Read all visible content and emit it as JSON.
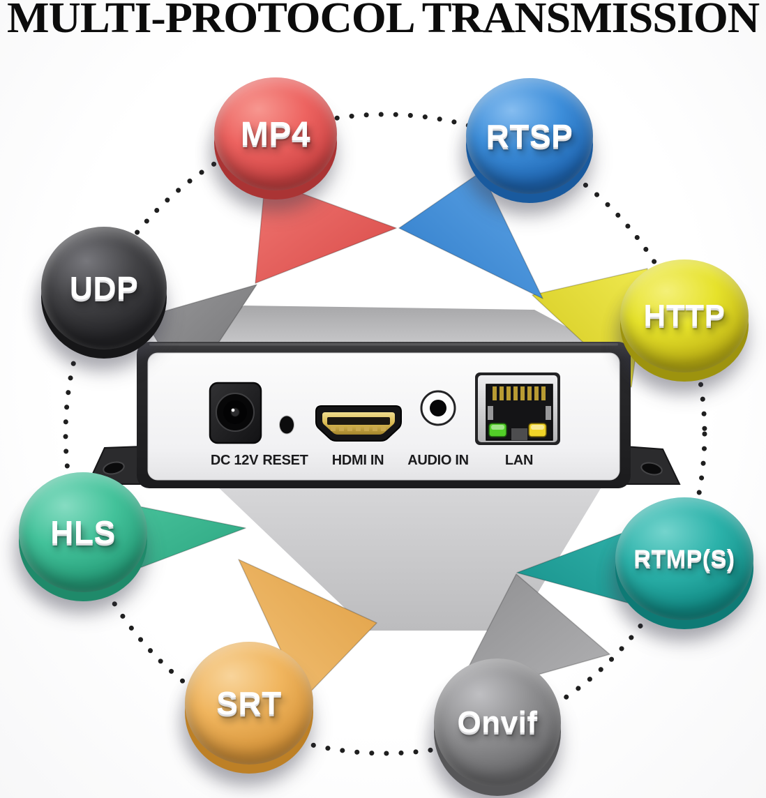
{
  "title": "MULTI-PROTOCOL TRANSMISSION",
  "badges": [
    {
      "id": "mp4",
      "label": "MP4",
      "color": "#ed6360",
      "highlight": "#f79790",
      "shade": "#cc4343",
      "side": "#aa3434"
    },
    {
      "id": "rtsp",
      "label": "RTSP",
      "color": "#3d8eda",
      "highlight": "#86bdf0",
      "shade": "#1f66b2",
      "side": "#195a9e"
    },
    {
      "id": "udp",
      "label": "UDP",
      "color": "#434346",
      "highlight": "#77777c",
      "shade": "#232326",
      "side": "#161618"
    },
    {
      "id": "http",
      "label": "HTTP",
      "color": "#e6e22b",
      "highlight": "#f4f078",
      "shade": "#beb214",
      "side": "#9d930e"
    },
    {
      "id": "hls",
      "label": "HLS",
      "color": "#43c29a",
      "highlight": "#86dcc2",
      "shade": "#269d79",
      "side": "#1f8a6a"
    },
    {
      "id": "rtmps",
      "label": "RTMP(S)",
      "color": "#2cb2aa",
      "highlight": "#74d4cd",
      "shade": "#128b85",
      "side": "#0e7a75"
    },
    {
      "id": "srt",
      "label": "SRT",
      "color": "#f0b55e",
      "highlight": "#f8d49b",
      "shade": "#d6943a",
      "side": "#bd8026"
    },
    {
      "id": "onvif",
      "label": "Onvif",
      "color": "#919193",
      "highlight": "#bfbfc2",
      "shade": "#6a6a6c",
      "side": "#565658"
    }
  ],
  "device": {
    "ports": [
      {
        "id": "dc",
        "label": "DC 12V"
      },
      {
        "id": "reset",
        "label": "RESET"
      },
      {
        "id": "hdmi",
        "label": "HDMI IN"
      },
      {
        "id": "audio",
        "label": "AUDIO IN"
      },
      {
        "id": "lan",
        "label": "LAN"
      }
    ],
    "lan_leds": {
      "link": "#52cf28",
      "activity": "#f0d428"
    }
  }
}
